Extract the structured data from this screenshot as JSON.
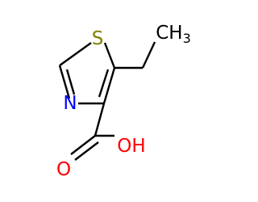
{
  "structure": {
    "atoms": {
      "sulfur": {
        "text": "S",
        "color": "#808000"
      },
      "nitrogen": {
        "text": "N",
        "color": "#0000ff"
      },
      "carbonyl_oxygen": {
        "text": "O",
        "color": "#ff0000"
      },
      "hydroxyl": {
        "text": "OH",
        "color": "#ff0000"
      },
      "methyl": {
        "text": "CH3",
        "subscript": "3",
        "color": "#000000"
      }
    }
  }
}
